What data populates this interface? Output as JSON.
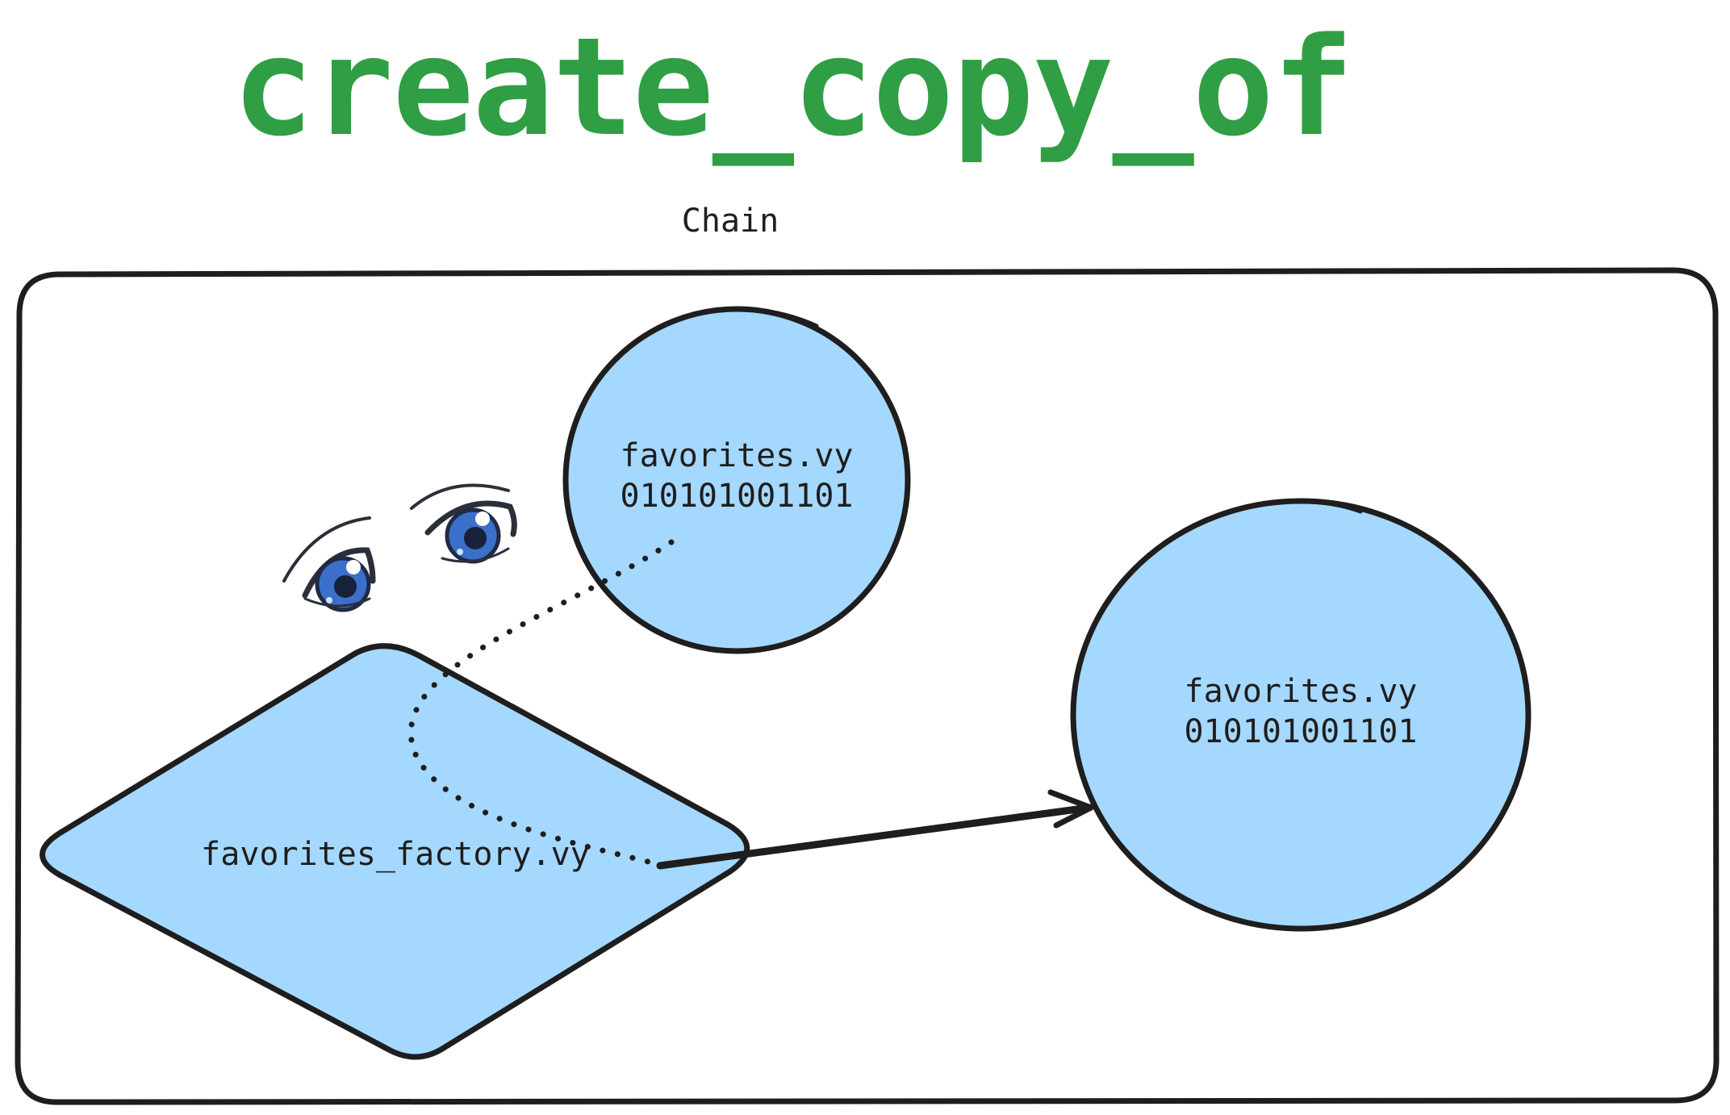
{
  "title": "create_copy_of",
  "container_label": "Chain",
  "nodes": {
    "factory": {
      "label": "favorites_factory.vy"
    },
    "original": {
      "name": "favorites.vy",
      "bytecode": "010101001101"
    },
    "copy": {
      "name": "favorites.vy",
      "bytecode": "010101001101"
    }
  },
  "colors": {
    "title": "#2f9e44",
    "node_fill": "#a5d8ff",
    "stroke": "#1e1e1e",
    "eye_iris": "#3b6fc9"
  },
  "icons": {
    "eyes": "watching-eyes-icon"
  },
  "edges": {
    "reads": "dotted",
    "creates": "arrow"
  }
}
